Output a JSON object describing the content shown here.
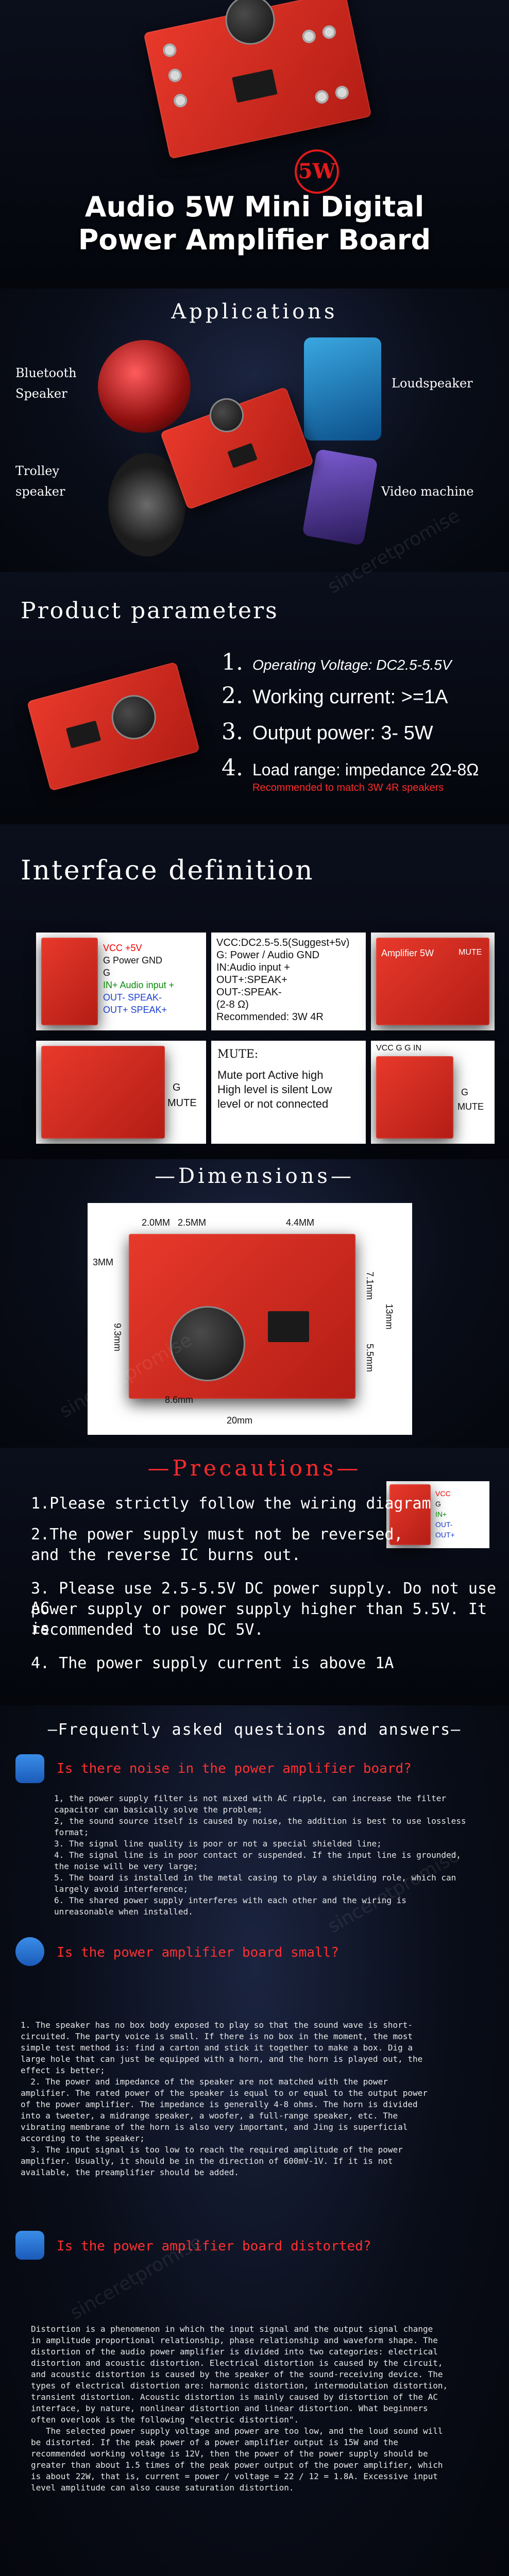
{
  "hero": {
    "seal": "5W",
    "title_line1": "Audio 5W Mini Digital",
    "title_line2": "Power Amplifier Board"
  },
  "applications": {
    "heading": "Applications",
    "labels": [
      "Bluetooth",
      "Speaker",
      "Loudspeaker",
      "Trolley",
      "speaker",
      "Video machine"
    ]
  },
  "params": {
    "heading": "Product parameters",
    "rows": [
      {
        "num": "1.",
        "text": "Operating Voltage: DC2.5-5.5V"
      },
      {
        "num": "2.",
        "text": "Working current: >=1A"
      },
      {
        "num": "3.",
        "text": "Output power: 3- 5W"
      },
      {
        "num": "4.",
        "text": "Load range: impedance 2Ω-8Ω",
        "note": "Recommended to match 3W 4R speakers"
      }
    ]
  },
  "interface": {
    "heading": "Interface definition",
    "panel1": [
      "VCC",
      "+5V",
      "G",
      "Power GND",
      "G",
      "IN+",
      "Audio input +",
      "OUT-",
      "SPEAK-",
      "OUT+",
      "SPEAK+"
    ],
    "panel2": [
      "VCC:DC2.5-5.5(Suggest+5v)",
      "G:",
      "Power / Audio GND",
      "IN:Audio input +",
      "OUT+:SPEAK+",
      "OUT-:SPEAK-",
      "(2-8 Ω)",
      "Recommended: 3W 4R"
    ],
    "panel3": [
      "Amplifier 5W",
      "MUTE"
    ],
    "mute_labels": [
      "G",
      "MUTE"
    ],
    "mute_title": "MUTE:",
    "mute_text": [
      "Mute port Active high",
      "High level is silent Low",
      "level or not connected"
    ],
    "panel5": [
      "VCC G G IN",
      "G",
      "MUTE"
    ]
  },
  "dimensions": {
    "heading": "Dimensions",
    "labels": [
      "2.0MM",
      "2.5MM",
      "4.4MM",
      "3MM",
      "7.1mm",
      "13mm",
      "9.3mm",
      "5.5mm",
      "8.6mm",
      "20mm"
    ]
  },
  "precautions": {
    "heading": "Precautions",
    "items": [
      "1.Please strictly follow the wiring diagram",
      "2.The power supply must not be reversed,",
      "and the reverse IC burns out.",
      "3. Please use 2.5-5.5V DC power supply. Do not use AC",
      "power supply or power supply higher than 5.5V. It is",
      "recommended to use DC 5V.",
      "4. The power supply current is above 1A"
    ],
    "thumb": [
      "VCC",
      "G",
      "IN+",
      "OUT-",
      "OUT+"
    ]
  },
  "faq": {
    "heading": "Frequently asked questions and answers",
    "q1": "Is there noise in the power amplifier board?",
    "a1": [
      "1, the power supply filter is not mixed with AC ripple, can increase the filter",
      "capacitor can basically solve the problem;",
      "2, the sound source itself is caused by noise, the addition is best to use lossless",
      "format;",
      "3. The signal line quality is poor or not a special shielded line;",
      "4. The signal line is in poor contact or suspended. If the input line is grounded,",
      "the noise will be very large;",
      "5. The board is installed in the metal casing to play a shielding role, which can",
      "largely avoid interference;",
      "6. The shared power supply interferes with each other and the wiring is",
      "unreasonable when installed."
    ],
    "q2": "Is the power amplifier board small?",
    "a2": [
      "1. The speaker has no box body exposed to play so that the sound wave is short-",
      "circuited. The party voice is small. If there is no box in the moment, the most",
      "simple test method is: find a carton and stick it together to make a box. Dig a",
      "large hole that can just be equipped with a horn, and the horn is played out, the",
      "effect is better;",
      "  2. The power and impedance of the speaker are not matched with the power",
      "amplifier. The rated power of the speaker is equal to or equal to the output power",
      "of the power amplifier. The impedance is generally 4-8 ohms. The horn is divided",
      "into a tweeter, a midrange speaker, a woofer, a full-range speaker, etc. The",
      "vibrating membrane of the horn is also very important, and Jing is superficial",
      "according to the speaker;",
      "  3. The input signal is too low to reach the required amplitude of the power",
      "amplifier. Usually, it should be in the direction of 600mV-1V. If it is not",
      "available, the preamplifier should be added."
    ],
    "q3": "Is the power amplifier board distorted?",
    "a3": [
      "Distortion is a phenomenon in which the input signal and the output signal change",
      "in amplitude proportional relationship, phase relationship and waveform shape. The",
      "distortion of the audio power amplifier is divided into two categories: electrical",
      "distortion and acoustic distortion. Electrical distortion is caused by the circuit,",
      "and acoustic distortion is caused by the speaker of the sound-receiving device. The",
      "types of electrical distortion are: harmonic distortion, intermodulation distortion,",
      "transient distortion. Acoustic distortion is mainly caused by distortion of the AC",
      "interface, by nature, nonlinear distortion and linear distortion. What beginners",
      "often overlook is the following \"electric distortion\".",
      "   The selected power supply voltage and power are too low, and the loud sound will",
      "be distorted. If the peak power of a power amplifier output is 15W and the",
      "recommended working voltage is 12V, then the power of the power supply should be",
      "greater than about 1.5 times of the peak power output of the power amplifier, which",
      "is about 22W, that is, current = power / voltage = 22 / 12 = 1.8A. Excessive input",
      "level amplitude can also cause saturation distortion."
    ]
  },
  "watermark": "sinceretpromise"
}
